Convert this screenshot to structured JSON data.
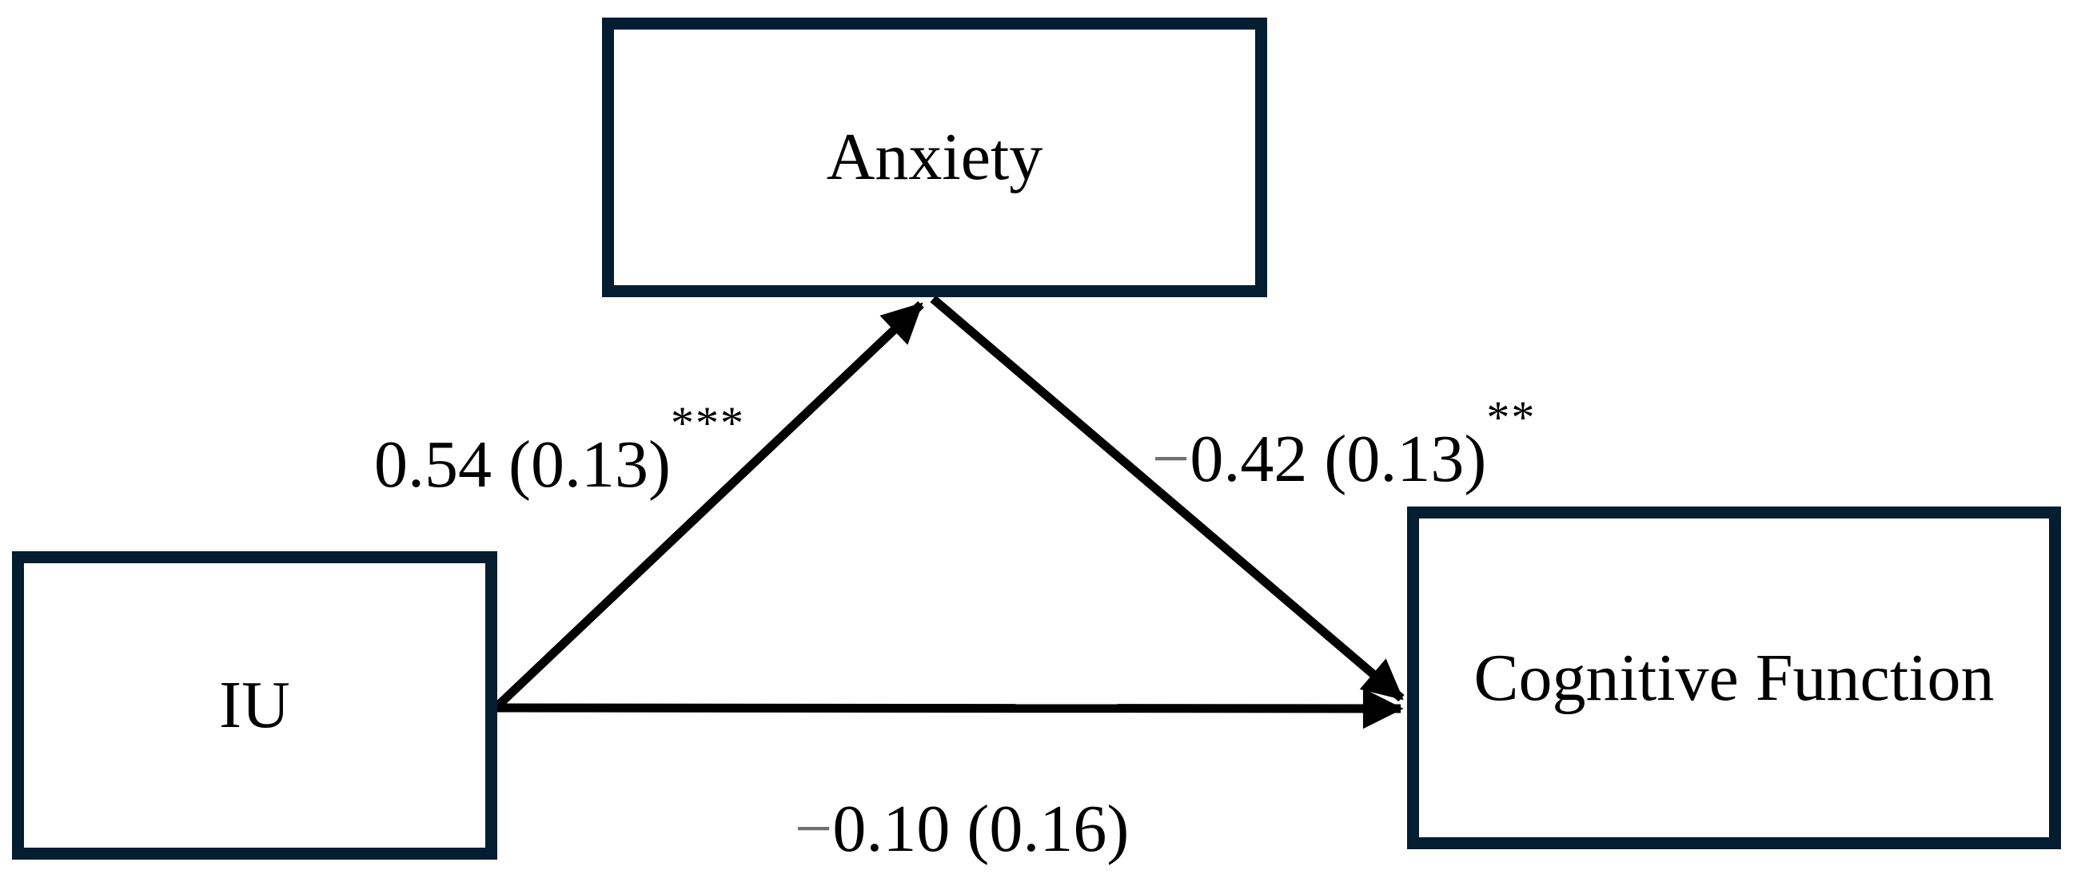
{
  "figure": {
    "type": "mediation-path-diagram",
    "background": "#ffffff",
    "colors": {
      "node_border": "#041d30",
      "arrow": "#000000",
      "negative_sign": "#6f6f6f",
      "text": "#000000"
    },
    "nodes": {
      "predictor": {
        "label": "IU"
      },
      "mediator": {
        "label": "Anxiety"
      },
      "outcome": {
        "label": "Cognitive Function"
      }
    },
    "paths": {
      "iu_to_anxiety": {
        "from": "IU",
        "to": "Anxiety",
        "estimate": "0.54 (0.13)",
        "significance": "***"
      },
      "anxiety_to_cognitive": {
        "from": "Anxiety",
        "to": "Cognitive Function",
        "sign": "−",
        "estimate": "0.42 (0.13)",
        "significance": "**"
      },
      "iu_to_cognitive": {
        "from": "IU",
        "to": "Cognitive Function",
        "sign": "−",
        "estimate": "0.10 (0.16)",
        "significance": ""
      }
    }
  }
}
